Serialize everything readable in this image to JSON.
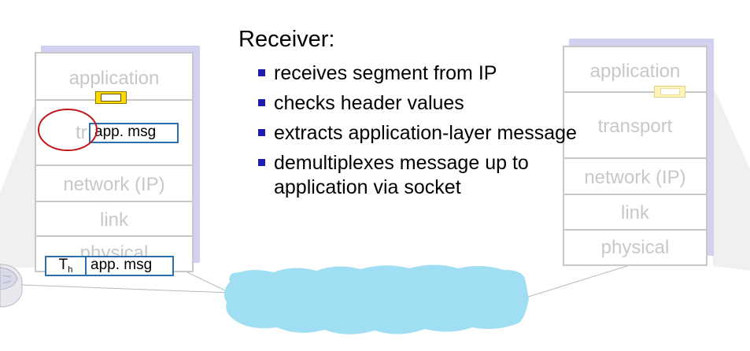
{
  "receiver": {
    "title": "Receiver:",
    "bullets": [
      "receives segment from IP",
      "checks header values",
      "extracts application-layer message",
      "demultiplexes message up to application via socket"
    ]
  },
  "left_stack": {
    "layers": [
      "application",
      "tr",
      "network (IP)",
      "link",
      "physical"
    ],
    "message_label": "app.  msg",
    "segment_header": "T",
    "segment_header_sub": "h",
    "segment_payload": "app. msg"
  },
  "right_stack": {
    "layers": [
      "application",
      "transport",
      "network (IP)",
      "link",
      "physical"
    ]
  },
  "colors": {
    "stack_text": "#c8c8c8",
    "stack_shadow": "#d2d2f0",
    "cloud": "#a0def4",
    "message_border": "#2a6fb0",
    "highlight_circle": "#c01818",
    "bullet_marker": "#1c1cb0",
    "socket": "#ffd800"
  }
}
